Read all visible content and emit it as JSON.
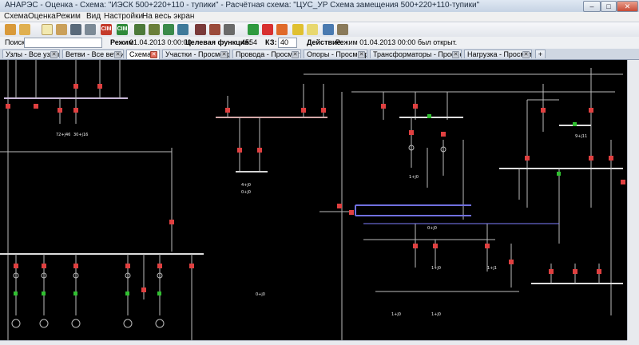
{
  "window": {
    "title": "АНАРЭС - Оценка - Схема: \"ИЭСК 500+220+110 - тупики\" - Расчётная схема: \"ЦУС_УР Схема замещения 500+220+110-тупики\""
  },
  "menu": [
    {
      "id": "schema",
      "label": "Схема"
    },
    {
      "id": "ocenka",
      "label": "Оценка"
    },
    {
      "id": "rezhim",
      "label": "Режим"
    },
    {
      "id": "vid",
      "label": "Вид"
    },
    {
      "id": "nastroiki",
      "label": "Настройки"
    },
    {
      "id": "fullscreen",
      "label": "На весь экран"
    }
  ],
  "toolbar": {
    "cim_label": "CIM"
  },
  "status": {
    "search_label": "Поиск:",
    "search_value": "",
    "rezhim_label": "Режим",
    "rezhim_value": "01.04.2013 0:00:00",
    "objective_label": "Целевая функция:",
    "objective_value": "4554",
    "kz_label": "КЗ:",
    "kz_value": "40",
    "action_label": "Действие:",
    "action_value": "Режим 01.04.2013 00:00 был открыт."
  },
  "tabs": [
    {
      "label": "Узлы - Все узлы"
    },
    {
      "label": "Ветви - Все ветви"
    },
    {
      "label": "Схема"
    },
    {
      "label": "Участки - Просмотр"
    },
    {
      "label": "Провода - Просмотр"
    },
    {
      "label": "Опоры - Просмотр"
    },
    {
      "label": "Трансформаторы - Просмотр"
    },
    {
      "label": "Нагрузка - Просмотр"
    }
  ],
  "diagram_labels": {
    "v1": "4+j0",
    "v2": "0+j0",
    "v3": "1+j0",
    "v4": "72+j46",
    "v5": "30+j16",
    "v6": "9+j11",
    "v7": "1+j1",
    "v8": "1+j0",
    "v9": "0+j0",
    "v10": "0+j0",
    "v11": "1+j0",
    "v12": "1+j0"
  }
}
